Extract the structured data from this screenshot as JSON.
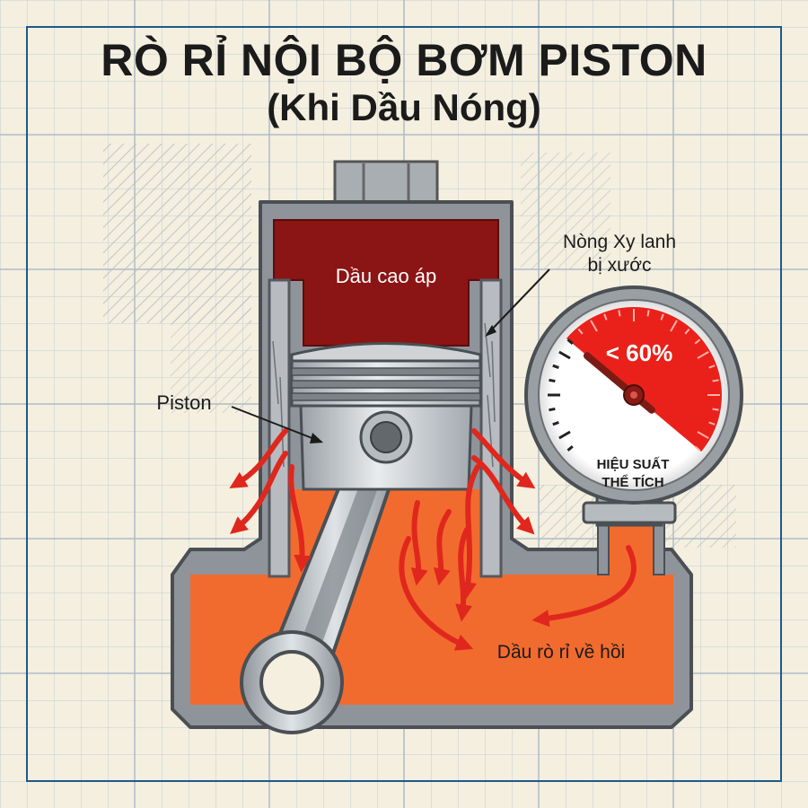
{
  "title": {
    "line1": "RÒ RỈ NỘI BỘ BƠM PISTON",
    "line2": "(Khi Dầu Nóng)"
  },
  "labels": {
    "high_pressure_oil": "Dầu cao áp",
    "piston": "Piston",
    "cylinder_line1": "Nòng Xy lanh",
    "cylinder_line2": "bị xước",
    "return_oil": "Dầu rò rỉ về hồi"
  },
  "gauge": {
    "value_text": "< 60%",
    "value_fraction": 0.6,
    "label_line1": "HIỆU SUẤT",
    "label_line2": "THỂ TÍCH"
  },
  "colors": {
    "background": "#f4efdf",
    "grid": "#b8c7d0",
    "high_pressure_oil": "#8b1414",
    "return_oil": "#f26b2e",
    "leak_arrow": "#e0271d",
    "housing": "#8f949a",
    "gauge_red": "#e9211a"
  }
}
